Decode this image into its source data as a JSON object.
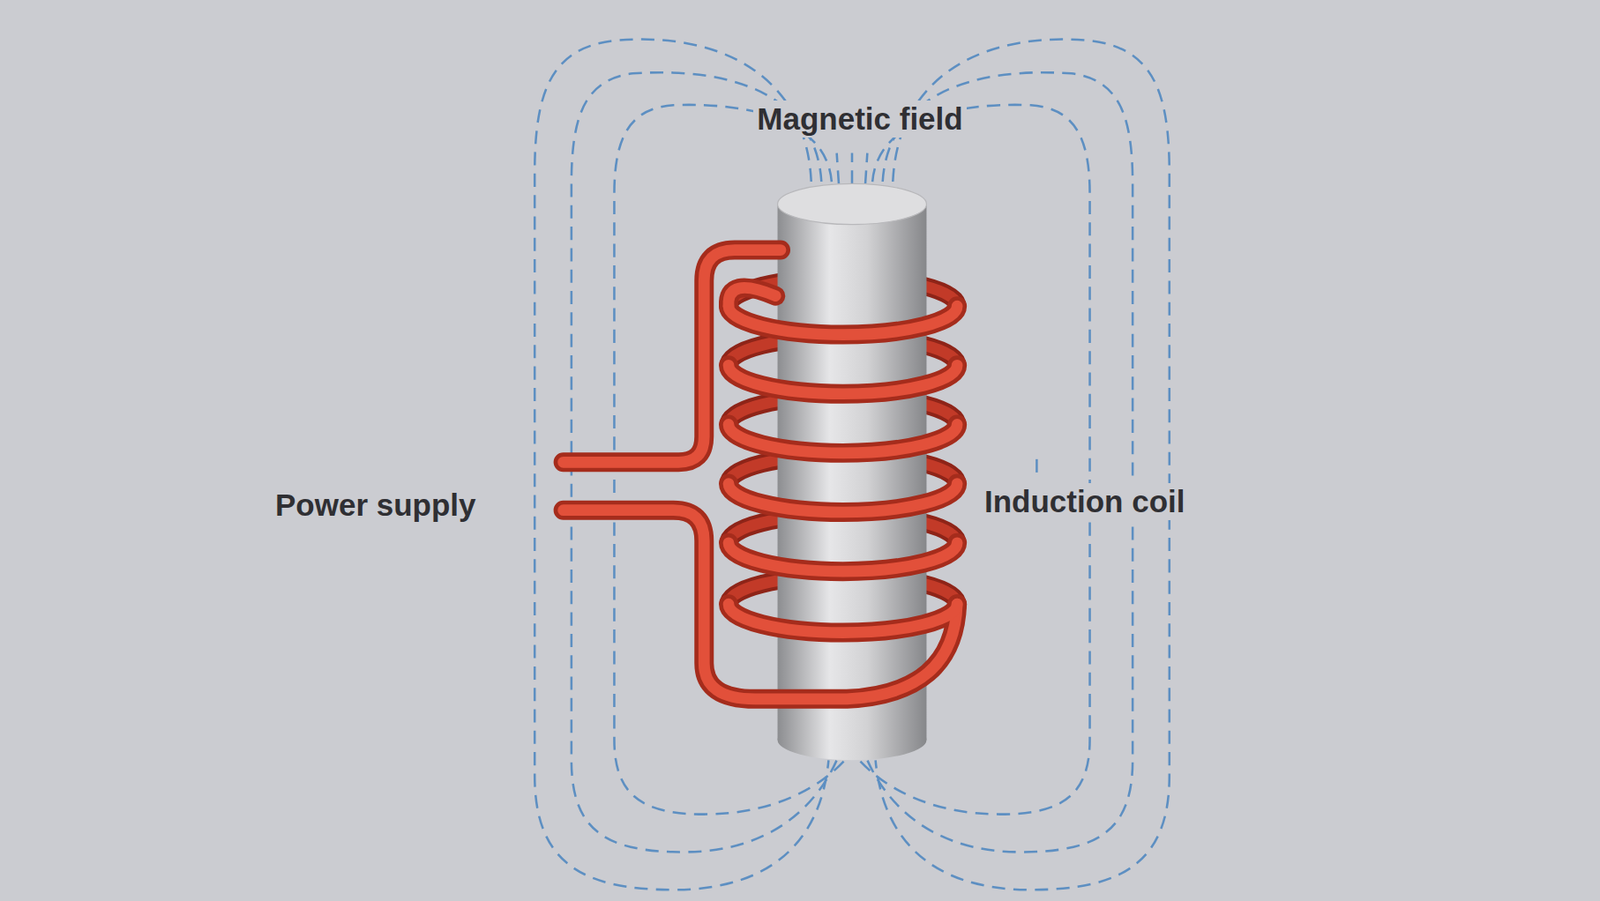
{
  "diagram": {
    "labels": [
      "Magnetic field",
      "Power supply",
      "Induction coil"
    ]
  }
}
